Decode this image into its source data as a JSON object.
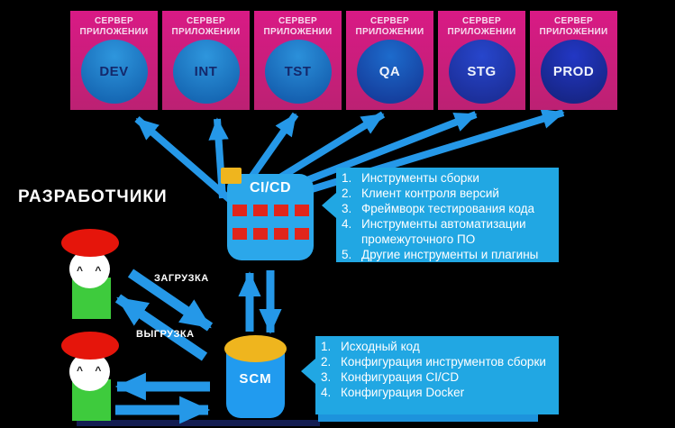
{
  "developers_label": "РАЗРАБОТЧИКИ",
  "developer_eyes": "^ ^",
  "servers": {
    "title": "СЕРВЕР\nПРИЛОЖЕНИИ",
    "items": [
      {
        "env": "DEV",
        "circle_top": "#2e96dd",
        "circle_bottom": "#1668b4",
        "text_color": "#14286b"
      },
      {
        "env": "INT",
        "circle_top": "#2e96dd",
        "circle_bottom": "#1668b4",
        "text_color": "#14286b"
      },
      {
        "env": "TST",
        "circle_top": "#2b90da",
        "circle_bottom": "#1560b0",
        "text_color": "#14286b"
      },
      {
        "env": "QA",
        "circle_top": "#1d6bcc",
        "circle_bottom": "#153f9e",
        "text_color": "#eef2fb"
      },
      {
        "env": "STG",
        "circle_top": "#2746cc",
        "circle_bottom": "#1c2f9a",
        "text_color": "#eef2fb"
      },
      {
        "env": "PROD",
        "circle_top": "#2237c4",
        "circle_bottom": "#172688",
        "text_color": "#eef2fb"
      }
    ]
  },
  "cicd": {
    "label": "CI/CD"
  },
  "scm": {
    "label": "SCM"
  },
  "flow_labels": {
    "upload": "ЗАГРУЗКА",
    "download": "ВЫГРУЗКА"
  },
  "tool_list": {
    "items": [
      "Инструменты сборки",
      "Клиент контроля версий",
      "Фреймворк тестирования кода",
      "Инструменты автоматизации промежуточного ПО",
      "Другие инструменты и плагины"
    ]
  },
  "artifact_list": {
    "items": [
      "Исходный код",
      "Конфигурация инструментов сборки",
      "Конфигурация CI/CD",
      "Конфигурация Docker"
    ]
  },
  "colors": {
    "arrow": "#2598e8",
    "server_box": "#d91a85",
    "cicd_box": "#2ba7ea",
    "callout": "#21a7e3",
    "indicator_red": "#e1251b",
    "accent_yellow": "#efb51e",
    "developer_green": "#3ecb3d",
    "developer_hat_red": "#e5150b"
  }
}
